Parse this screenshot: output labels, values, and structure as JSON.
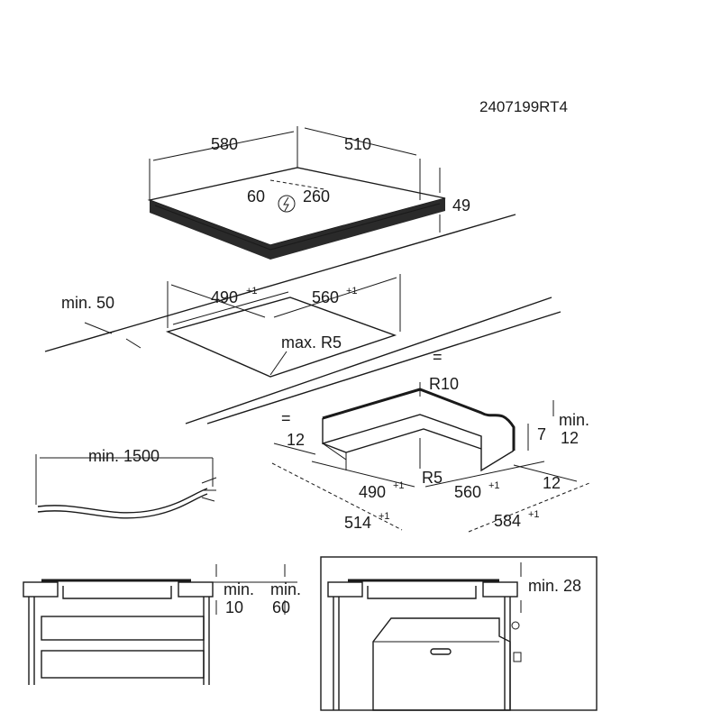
{
  "diagram_code": "2407199RT4",
  "hob": {
    "width": "580",
    "depth": "510",
    "height": "49",
    "conn_left": "60",
    "conn_right": "260"
  },
  "cutout": {
    "min_front": "min. 50",
    "width": "490",
    "width_tol": "+1",
    "depth": "560",
    "depth_tol": "+1",
    "radius": "max. R5"
  },
  "frame": {
    "r_outer": "R10",
    "r_inner": "R5",
    "lip": "12",
    "step": "7",
    "min_label_1": "min.",
    "min_label_2": "12",
    "right_lip": "12",
    "inner_w": "490",
    "inner_w_tol": "+1",
    "inner_d": "560",
    "inner_d_tol": "+1",
    "outer_w": "514",
    "outer_w_tol": "+1",
    "outer_d": "584",
    "outer_d_tol": "+1"
  },
  "cable": {
    "min_length": "min. 1500"
  },
  "section_left": {
    "min_top_1": "min.",
    "min_top_2": "10",
    "min_side_1": "min.",
    "min_side_2": "60"
  },
  "section_right": {
    "min_gap": "min. 28"
  },
  "icons": {
    "power": "power-connection-icon"
  }
}
